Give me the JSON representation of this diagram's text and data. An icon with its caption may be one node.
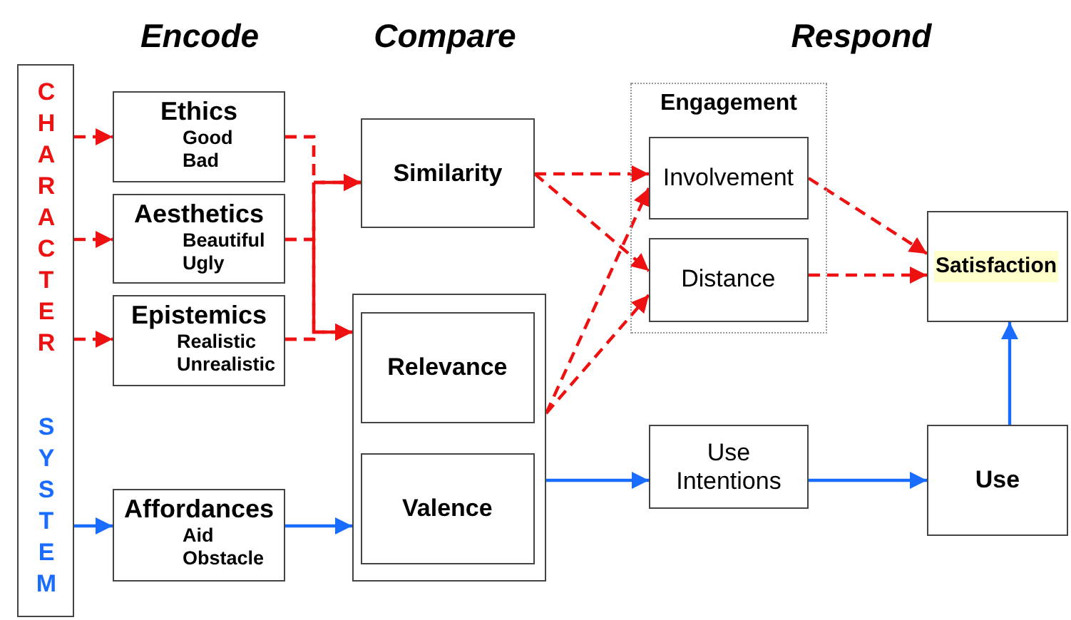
{
  "diagram": {
    "nodes": [
      {
        "text": [
          "CHARACTER",
          "SYSTEM"
        ]
      },
      {
        "text": [
          "Ethics",
          "Good",
          "Bad"
        ]
      },
      {
        "text": [
          "Aesthetics",
          "Beautiful",
          "Ugly"
        ]
      },
      {
        "text": [
          "Epistemics",
          "Realistic",
          "Unrealistic"
        ]
      },
      {
        "text": [
          "Affordances",
          "Aid",
          "Obstacle"
        ]
      },
      {
        "text": [
          "Similarity"
        ]
      },
      {
        "text": [],
        "shape": "box"
      },
      {
        "text": [
          "Relevance"
        ],
        "in": 6
      },
      {
        "text": [
          "Valence"
        ],
        "in": 6
      },
      {
        "text": [
          "Engagement"
        ]
      },
      {
        "text": [
          "Involvement"
        ],
        "in": 9
      },
      {
        "text": [
          "Distance"
        ],
        "in": 9
      },
      {
        "text": [
          "Use Intentions"
        ]
      },
      {
        "text": [
          "Satisfaction"
        ]
      },
      {
        "text": [
          "Use"
        ]
      }
    ],
    "edges": [
      {
        "from": 0,
        "to": 1,
        "arrow": "to",
        "style": "dashed"
      },
      {
        "from": 0,
        "to": 2,
        "arrow": "to",
        "style": "dashed"
      },
      {
        "from": 0,
        "to": 3,
        "arrow": "to",
        "style": "dashed"
      },
      {
        "from": 0,
        "to": 4,
        "arrow": "to",
        "color": "#1a6bff"
      },
      {
        "from": 1,
        "to": 5,
        "arrow": "to",
        "style": "dashed"
      },
      {
        "from": 2,
        "to": 5,
        "arrow": "to",
        "style": "dashed"
      },
      {
        "from": 3,
        "to": 5,
        "arrow": "to",
        "style": "dashed"
      },
      {
        "from": 1,
        "to": 6,
        "arrow": "to",
        "style": "dashed"
      },
      {
        "from": 2,
        "to": 6,
        "arrow": "to",
        "style": "dashed"
      },
      {
        "from": 3,
        "to": 6,
        "arrow": "to",
        "style": "dashed"
      },
      {
        "from": 4,
        "to": 6,
        "arrow": "to",
        "color": "#1a6bff"
      },
      {
        "from": 5,
        "to": 10,
        "arrow": "to",
        "style": "dashed"
      },
      {
        "from": 5,
        "to": 11,
        "arrow": "to",
        "style": "dashed"
      },
      {
        "from": 6,
        "to": 10,
        "arrow": "to",
        "style": "dashed"
      },
      {
        "from": 6,
        "to": 11,
        "arrow": "to",
        "style": "dashed"
      },
      {
        "from": 6,
        "to": 12,
        "arrow": "to",
        "color": "#1a6bff"
      },
      {
        "from": 10,
        "to": 13,
        "arrow": "to",
        "style": "dashed"
      },
      {
        "from": 11,
        "to": 13,
        "arrow": "to",
        "style": "dashed"
      },
      {
        "from": 12,
        "to": 14,
        "arrow": "to",
        "color": "#1a6bff"
      },
      {
        "from": 14,
        "to": 13,
        "arrow": "to",
        "color": "#1a6bff"
      }
    ],
    "labels": [
      "Encode",
      "Compare",
      "Respond"
    ]
  }
}
